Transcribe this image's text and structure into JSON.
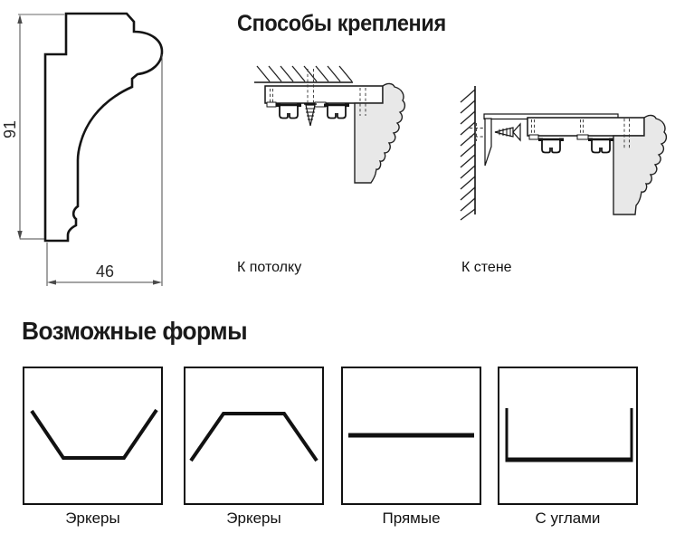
{
  "profile_drawing": {
    "height_dimension": "91",
    "width_dimension": "46"
  },
  "mounting_section": {
    "title": "Способы крепления",
    "methods": [
      {
        "label": "К потолку"
      },
      {
        "label": "К стене"
      }
    ]
  },
  "shapes_section": {
    "title": "Возможные формы",
    "items": [
      {
        "label": "Эркеры",
        "shape": "bay-window-outward"
      },
      {
        "label": "Эркеры",
        "shape": "bay-window-inward"
      },
      {
        "label": "Прямые",
        "shape": "straight"
      },
      {
        "label": "С углами",
        "shape": "with-corners"
      }
    ]
  },
  "colors": {
    "ink": "#141414",
    "dimension_line": "#4a4a4a",
    "extension_gray": "#9a9a9a",
    "cornice_fill": "#e8e8e8"
  }
}
